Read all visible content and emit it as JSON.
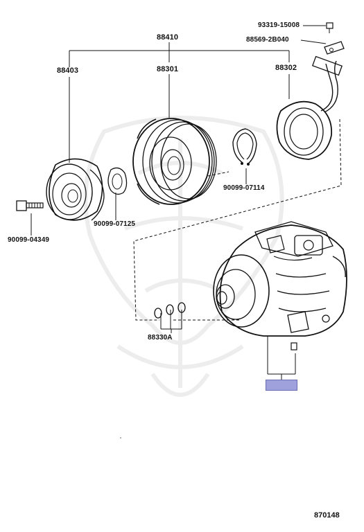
{
  "diagram": {
    "number": "870148",
    "labels": {
      "assembly": "88410",
      "clutch_hub": "88403",
      "pulley": "88301",
      "stator": "88302",
      "bolt": "90099-04349",
      "shim_ring": "90099-07125",
      "snap_ring": "90099-07114",
      "shims": "88330A",
      "screw": "93319-15008",
      "clamp": "88569-2B040"
    },
    "highlight": {
      "color": "#9fa1dc"
    }
  }
}
